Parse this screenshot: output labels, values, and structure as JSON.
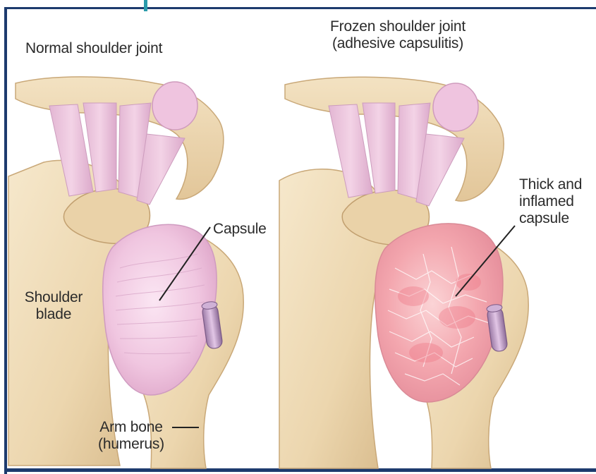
{
  "left_panel": {
    "title": "Normal shoulder joint",
    "labels": {
      "capsule": "Capsule",
      "shoulder_blade_line1": "Shoulder",
      "shoulder_blade_line2": "blade",
      "arm_bone_line1": "Arm bone",
      "arm_bone_line2": "(humerus)"
    }
  },
  "right_panel": {
    "title_line1": "Frozen shoulder joint",
    "title_line2": "(adhesive capsulitis)",
    "labels": {
      "capsule_line1": "Thick and",
      "capsule_line2": "inflamed",
      "capsule_line3": "capsule"
    }
  },
  "colors": {
    "frame": "#1d3b6e",
    "accent_tick": "#2a9bab",
    "bone": "#efdcb8",
    "bone_shadow": "#d9bf92",
    "ligament": "#e8bdd8",
    "capsule_normal": "#f0c8e3",
    "capsule_inflamed": "#f4a0a8"
  }
}
